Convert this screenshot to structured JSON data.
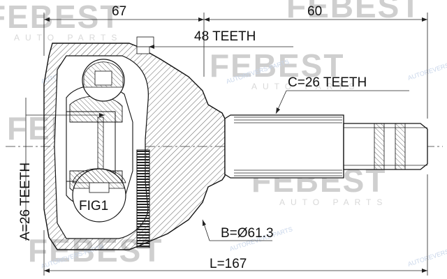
{
  "dimensions": {
    "outer_length_top": "67",
    "shaft_length_top": "60",
    "total_length": "L=167",
    "abs_diameter": "B=Ø61.3"
  },
  "callouts": {
    "abs_teeth": "48 TEETH",
    "outer_spline": "C=26 TEETH",
    "inner_spline": "A=26 TEETH",
    "figure": "FIG1"
  },
  "watermark": {
    "brand": "FEBEST",
    "sub": "AUTO PARTS",
    "seller": "AUTOREVERS-PARTS"
  }
}
